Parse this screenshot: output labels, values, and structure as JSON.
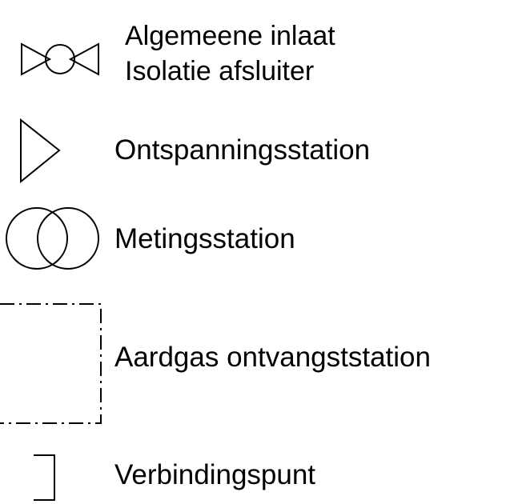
{
  "legend": {
    "items": [
      {
        "symbol": "butterfly-valve-icon",
        "lines": [
          "Algemeene inlaat",
          "Isolatie afsluiter"
        ]
      },
      {
        "symbol": "triangle-icon",
        "label": "Ontspanningsstation"
      },
      {
        "symbol": "double-circle-icon",
        "label": "Metingsstation"
      },
      {
        "symbol": "dash-dot-rectangle-icon",
        "label": "Aardgas ontvangststation"
      },
      {
        "symbol": "bracket-icon",
        "label": "Verbindingspunt"
      }
    ]
  },
  "colors": {
    "stroke": "#000000",
    "text": "#000000",
    "background": "#ffffff"
  }
}
